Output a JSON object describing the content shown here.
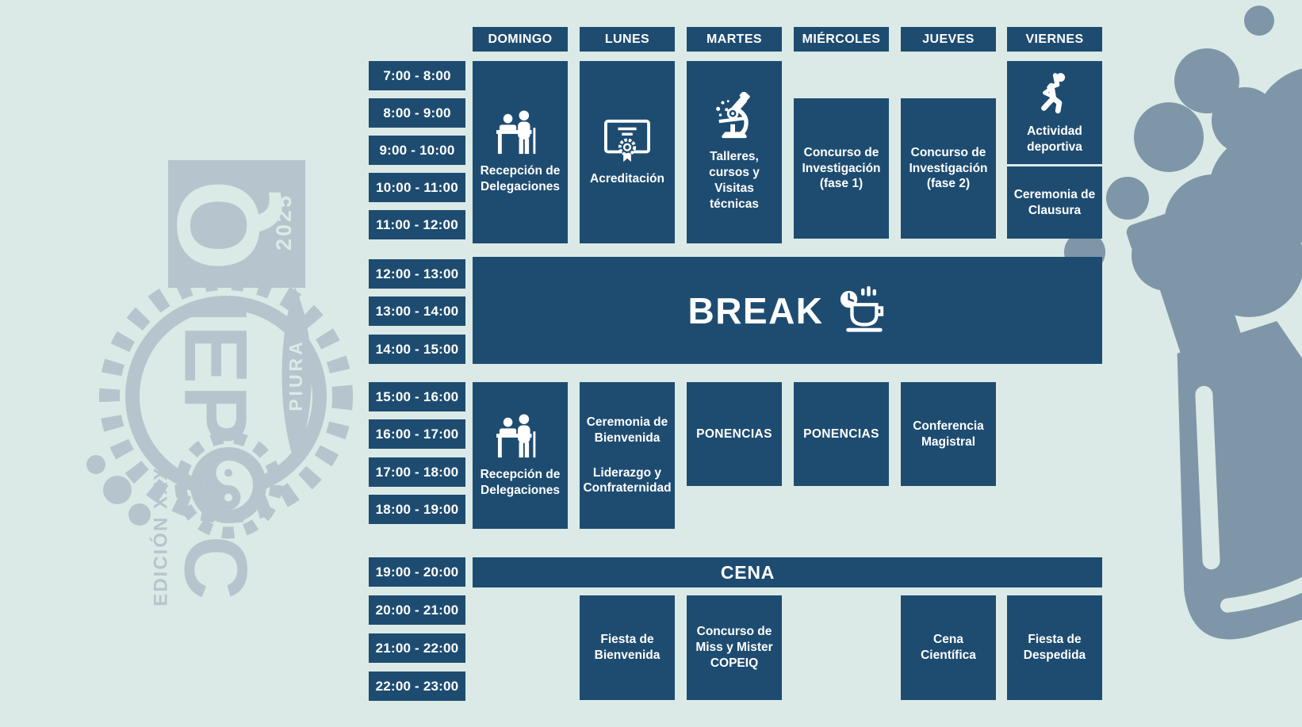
{
  "colors": {
    "background": "#dbeae6",
    "block": "#1e4c71",
    "text_on_block": "#ffffff",
    "wm_left": "#b6c5cd",
    "wm_right": "#7e96a8"
  },
  "days": [
    "DOMINGO",
    "LUNES",
    "MARTES",
    "MIÉRCOLES",
    "JUEVES",
    "VIERNES"
  ],
  "times": [
    "7:00 - 8:00",
    "8:00 - 9:00",
    "9:00 - 10:00",
    "10:00 - 11:00",
    "11:00 - 12:00",
    "12:00 - 13:00",
    "13:00 - 14:00",
    "14:00 - 15:00",
    "15:00 - 16:00",
    "16:00 - 17:00",
    "17:00 - 18:00",
    "18:00 - 19:00",
    "19:00 - 20:00",
    "20:00 - 21:00",
    "21:00 - 22:00",
    "22:00 - 23:00"
  ],
  "events": {
    "recepcion_domingo_manana": {
      "day": "DOMINGO",
      "label": "Recepción de Delegaciones",
      "icon": "reception-desk-icon"
    },
    "acreditacion": {
      "day": "LUNES",
      "label": "Acreditación",
      "icon": "certificate-icon"
    },
    "talleres": {
      "day": "MARTES",
      "label": "Talleres, cursos y Visitas técnicas",
      "icon": "microscope-icon"
    },
    "concurso_fase1": {
      "day": "MIÉRCOLES",
      "label": "Concurso de Investigación (fase 1)"
    },
    "concurso_fase2": {
      "day": "JUEVES",
      "label": "Concurso de Investigación (fase 2)"
    },
    "actividad_deportiva": {
      "day": "VIERNES",
      "label": "Actividad deportiva",
      "icon": "exercise-person-icon"
    },
    "ceremonia_clausura": {
      "day": "VIERNES",
      "label": "Ceremonia de Clausura"
    },
    "break": {
      "label": "BREAK",
      "icon": "coffee-cup-clock-icon"
    },
    "recepcion_domingo_tarde": {
      "day": "DOMINGO",
      "label": "Recepción de Delegaciones",
      "icon": "reception-desk-icon"
    },
    "ceremonia_bienvenida": {
      "day": "LUNES",
      "label": "Ceremonia de Bienvenida",
      "label2": "Liderazgo y Confraternidad"
    },
    "ponencias_martes": {
      "day": "MARTES",
      "label": "PONENCIAS"
    },
    "ponencias_miercoles": {
      "day": "MIÉRCOLES",
      "label": "PONENCIAS"
    },
    "conferencia_magistral": {
      "day": "JUEVES",
      "label": "Conferencia Magistral"
    },
    "cena": {
      "label": "CENA"
    },
    "fiesta_bienvenida": {
      "day": "LUNES",
      "label": "Fiesta de Bienvenida"
    },
    "concurso_miss_mister": {
      "day": "MARTES",
      "label": "Concurso de Miss y Mister COPEIQ"
    },
    "cena_cientifica": {
      "day": "JUEVES",
      "label": "Cena Científica"
    },
    "fiesta_despedida": {
      "day": "VIERNES",
      "label": "Fiesta de Despedida"
    }
  },
  "watermarks": {
    "left_logo": {
      "name": "copeiq-sun-gear-logo",
      "letters": "COPEIQ",
      "year": "2025",
      "city": "PIURA",
      "edition": "EDICIÓN XXX."
    },
    "right_logo": {
      "name": "chemistry-flask-bubbles"
    }
  }
}
